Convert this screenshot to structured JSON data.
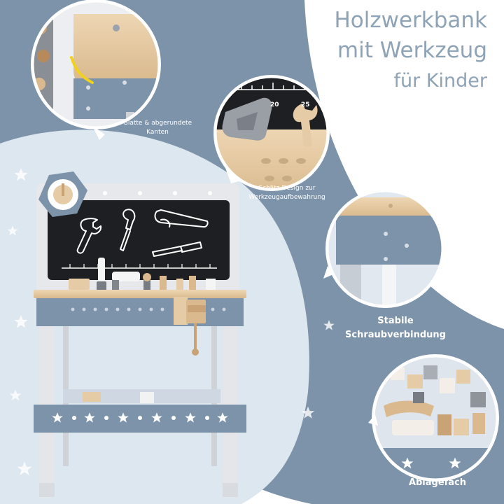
{
  "title": {
    "line1": "Holzwerkbank",
    "line2": "mit Werkzeug",
    "line3": "für Kinder"
  },
  "features": [
    {
      "line1": "Glatte & abgerundete",
      "line2": "Kanten"
    },
    {
      "line1": "Schlitz-Design zur",
      "line2": "Werkzeugaufbewahrung"
    },
    {
      "line1": "Stabile",
      "line2": "Schraubverbindung"
    },
    {
      "line1": "Ablagefach"
    }
  ],
  "ruler": {
    "label_a": "20",
    "label_b": "25"
  },
  "colors": {
    "blue": "#7d93aa",
    "light_blue": "#dce6ef",
    "title": "#8ea3b6",
    "wood": "#e6cca6",
    "chalkboard": "#1e1f22"
  },
  "icons": [
    "menu-icon",
    "star-icon",
    "wrench-icon",
    "screwdriver-icon",
    "pliers-icon",
    "hammer-icon"
  ]
}
